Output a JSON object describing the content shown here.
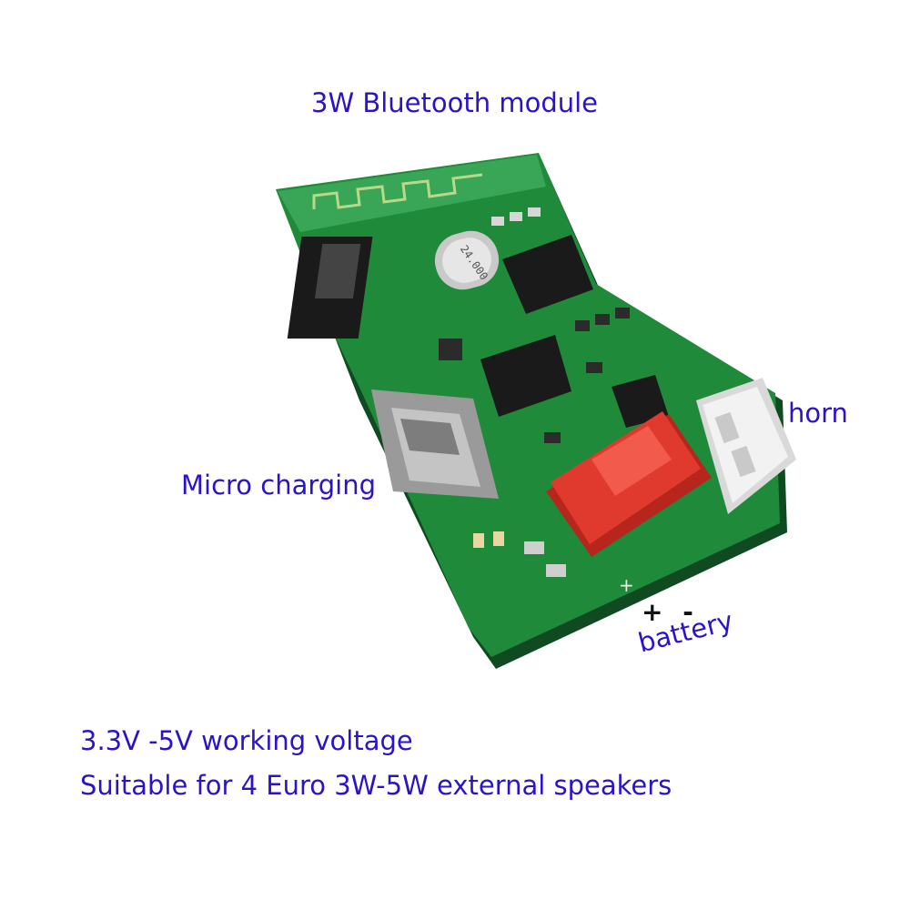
{
  "title": "3W Bluetooth module",
  "labels": {
    "horn": "horn",
    "micro_charging": "Micro charging",
    "polarity": "+ -",
    "battery": "battery"
  },
  "specs": {
    "voltage": "3.3V -5V working voltage",
    "speakers": "Suitable for 4 Euro 3W-5W external speakers"
  },
  "board": {
    "crystal_marking": "24.000",
    "plus_mark": "+"
  },
  "colors": {
    "text": "#2a14c8",
    "pcb": "#1f8a3a",
    "connector_red": "#e03a2e",
    "connector_white": "#f2f2f2"
  }
}
